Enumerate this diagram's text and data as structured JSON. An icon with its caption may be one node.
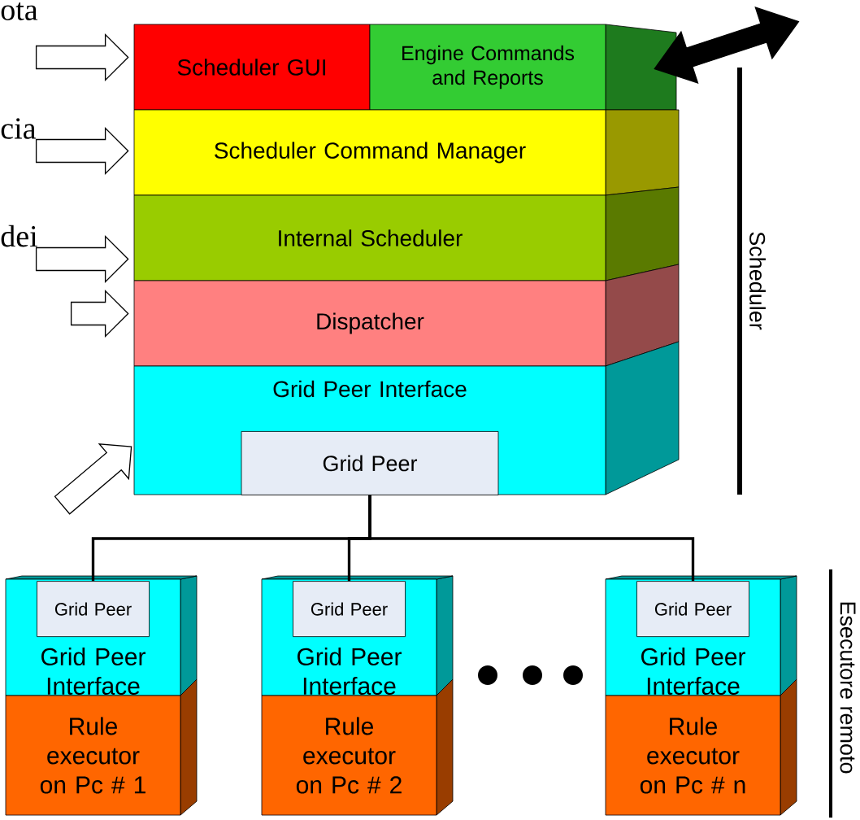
{
  "diagram": {
    "nodes": [
      {
        "text": [
          "Scheduler GUI"
        ]
      },
      {
        "text": [
          "Engine Commands and Reports"
        ]
      },
      {
        "text": [
          "Scheduler Command Manager"
        ]
      },
      {
        "text": [
          "Internal Scheduler"
        ]
      },
      {
        "text": [
          "Dispatcher"
        ]
      },
      {
        "text": [
          "Grid Peer Interface"
        ]
      },
      {
        "text": [
          "Grid Peer"
        ],
        "in": 5
      },
      {
        "text": [
          "Grid Peer Interface"
        ]
      },
      {
        "text": [
          "Grid Peer"
        ],
        "in": 7
      },
      {
        "text": [
          "Rule executor on Pc # 1"
        ]
      },
      {
        "text": [
          "Grid Peer Interface"
        ]
      },
      {
        "text": [
          "Grid Peer"
        ],
        "in": 10
      },
      {
        "text": [
          "Rule executor on Pc # 2"
        ]
      },
      {
        "text": [
          "Grid Peer Interface"
        ]
      },
      {
        "text": [
          "Grid Peer"
        ],
        "in": 13
      },
      {
        "text": [
          "Rule executor on Pc # n"
        ]
      }
    ],
    "edges": [
      {
        "from": null,
        "to": 0,
        "arrow": "to"
      },
      {
        "from": null,
        "to": 2,
        "arrow": "to"
      },
      {
        "from": null,
        "to": 3,
        "arrow": "to"
      },
      {
        "from": null,
        "to": 4,
        "arrow": "to"
      },
      {
        "from": null,
        "to": 5,
        "arrow": "to"
      },
      {
        "from": 1,
        "to": null,
        "arrow": "both"
      },
      {
        "from": 6,
        "to": 8,
        "arrow": "none"
      },
      {
        "from": 6,
        "to": 11,
        "arrow": "none"
      },
      {
        "from": 6,
        "to": 14,
        "arrow": "none"
      }
    ],
    "labels": [
      "ota",
      "cia",
      "dei",
      "Scheduler",
      "Esecutore remoto"
    ]
  }
}
